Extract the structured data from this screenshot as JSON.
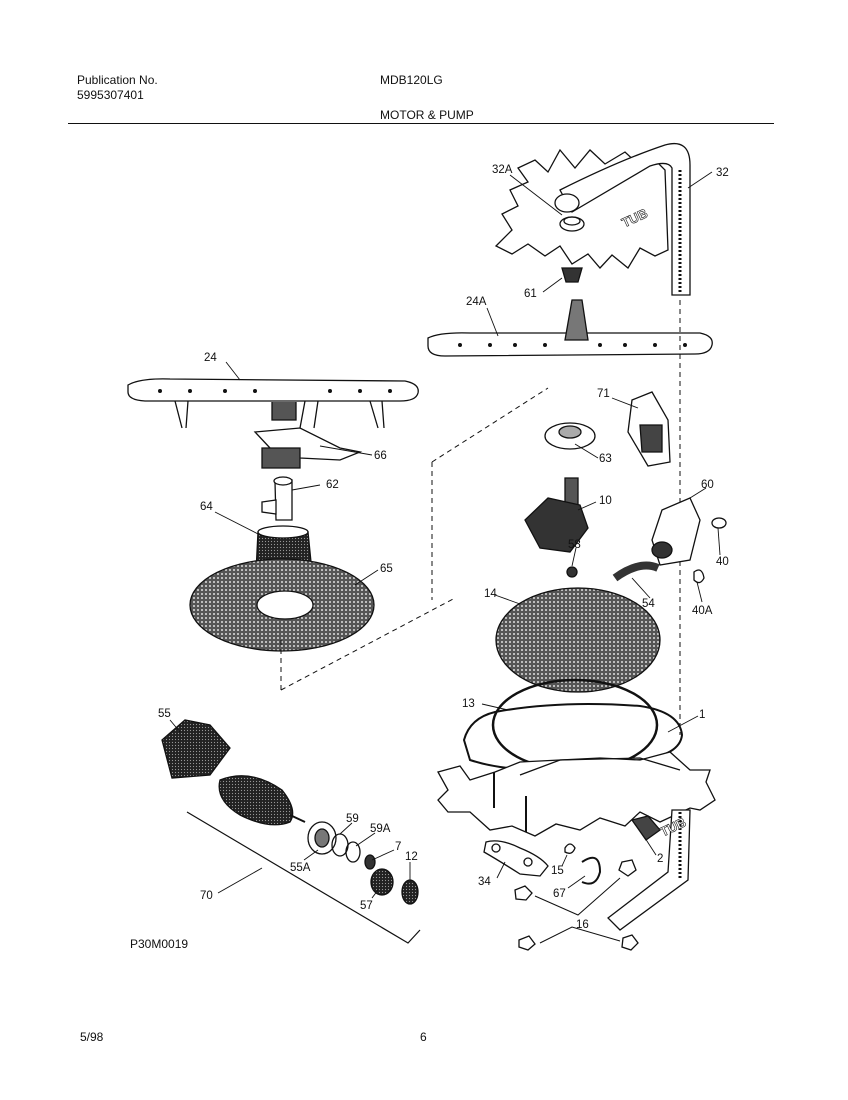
{
  "header": {
    "publication_label": "Publication No.",
    "publication_number": "5995307401",
    "model": "MDB120LG",
    "section_title": "MOTOR & PUMP"
  },
  "diagram_code": "P30M0019",
  "footer": {
    "date": "5/98",
    "page": "6"
  },
  "tub_text": "TUB",
  "part_labels": [
    "32A",
    "32",
    "61",
    "24A",
    "24",
    "66",
    "62",
    "64",
    "65",
    "71",
    "63",
    "10",
    "60",
    "40",
    "58",
    "54",
    "40A",
    "14",
    "55",
    "13",
    "1",
    "59",
    "59A",
    "7",
    "12",
    "55A",
    "57",
    "2",
    "15",
    "34",
    "67",
    "70",
    "16"
  ]
}
